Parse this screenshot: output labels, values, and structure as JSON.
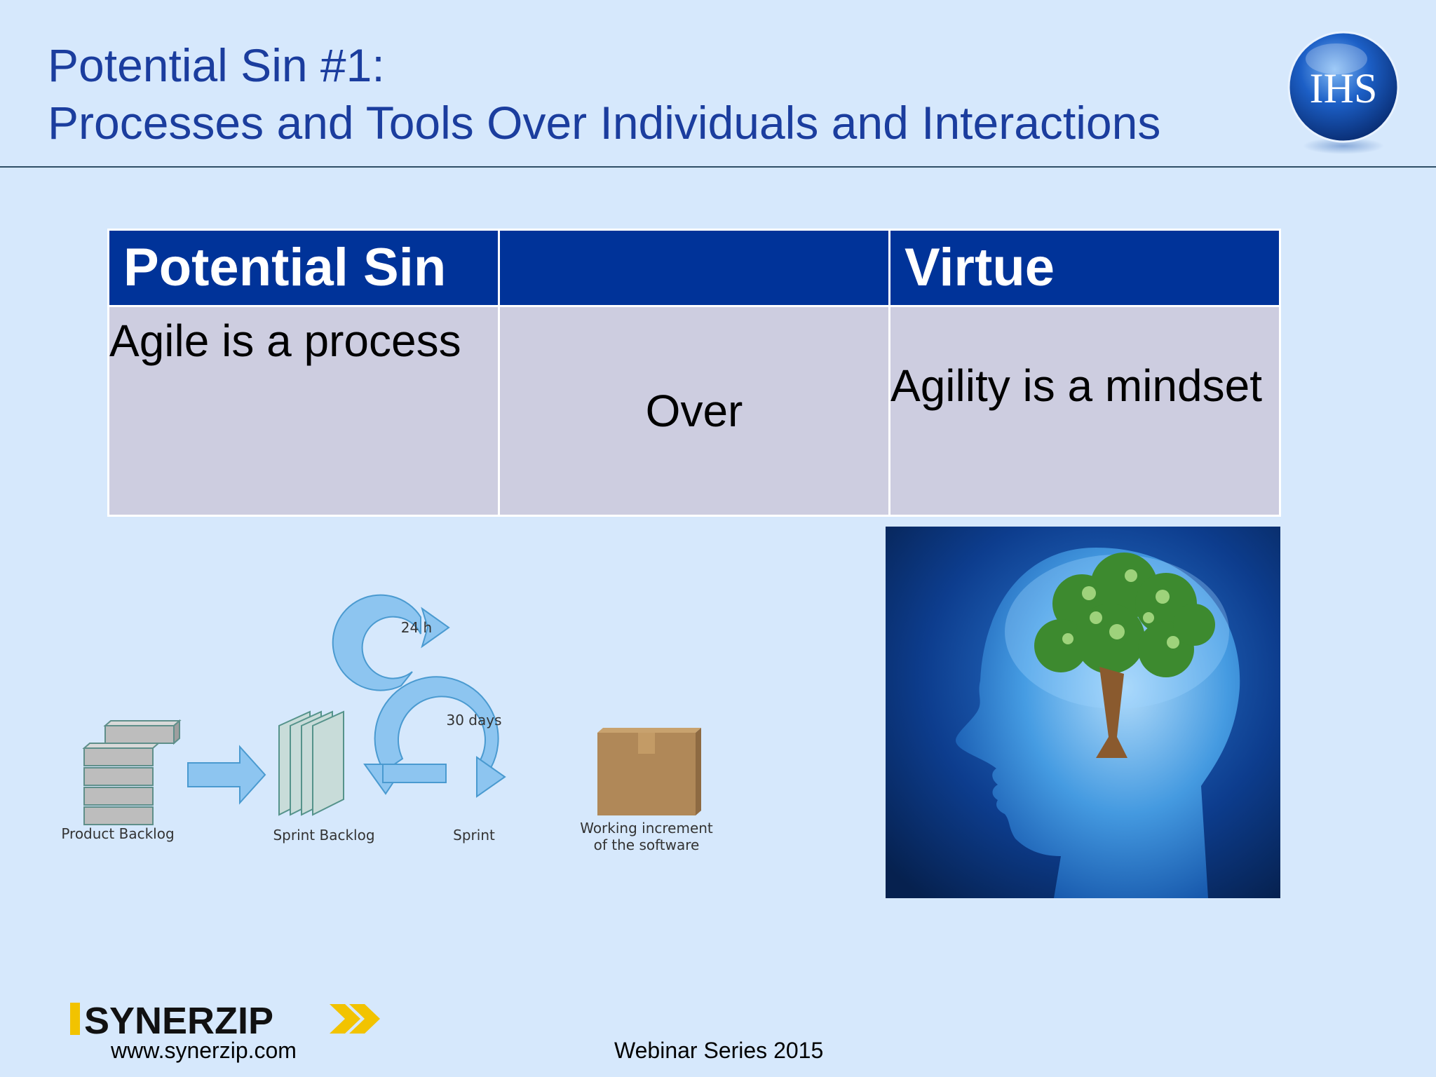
{
  "title": {
    "line1": "Potential Sin #1:",
    "line2": "Processes and Tools Over Individuals and Interactions"
  },
  "ihs_logo": {
    "text": "IHS",
    "icon": "ihs-globe-logo"
  },
  "table": {
    "headers": [
      "Potential Sin",
      "",
      "Virtue"
    ],
    "row": {
      "sin": "Agile is a process",
      "relation": "Over",
      "virtue": "Agility is a mindset"
    }
  },
  "scrum_diagram": {
    "labels": {
      "product_backlog": "Product Backlog",
      "sprint_backlog": "Sprint Backlog",
      "sprint": "Sprint",
      "increment_line1": "Working increment",
      "increment_line2": "of the software",
      "daily": "24 h",
      "sprint_length": "30 days"
    }
  },
  "brain_image": {
    "icon": "head-with-money-tree-image"
  },
  "synerzip": {
    "logo_text": "SYNERZIP",
    "url": "www.synerzip.com"
  },
  "footer": "Webinar Series 2015",
  "colors": {
    "title": "#1b3d9e",
    "header_bg": "#003399",
    "row_bg": "#cdcde0",
    "background": "#d6e8fc"
  }
}
